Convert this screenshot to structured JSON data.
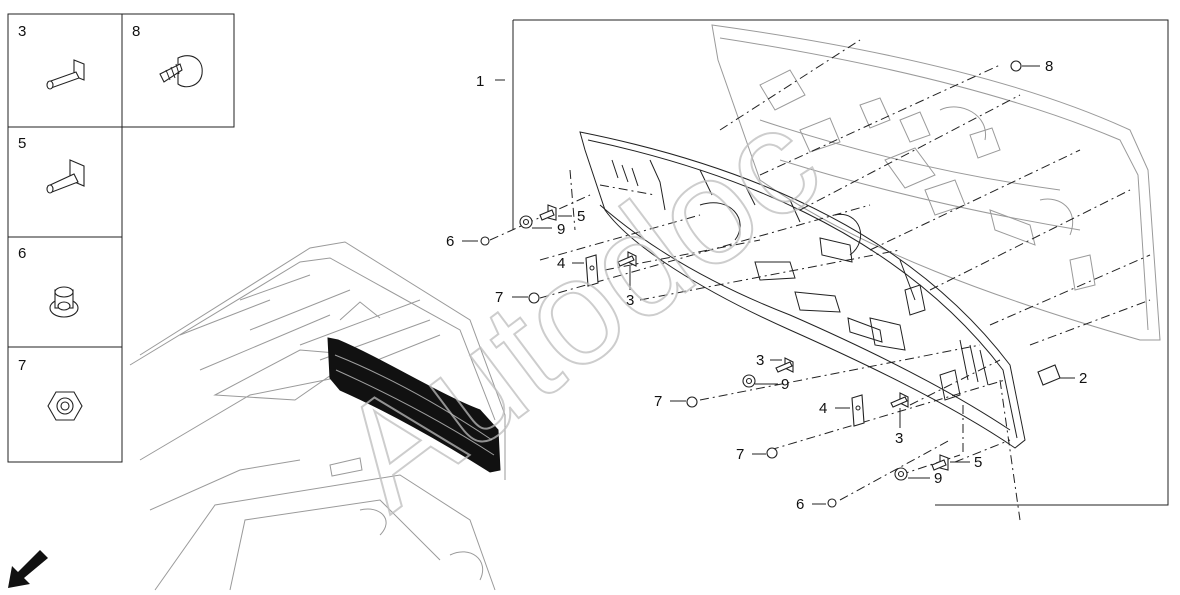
{
  "legend": [
    {
      "num": "3",
      "icon": "t-pin-icon"
    },
    {
      "num": "8",
      "icon": "push-clip-icon"
    },
    {
      "num": "5",
      "icon": "t-pin-large-icon"
    },
    {
      "num": "6",
      "icon": "flange-nut-icon"
    },
    {
      "num": "7",
      "icon": "hex-nut-icon"
    }
  ],
  "callouts": {
    "c1": "1",
    "c2": "2",
    "c8": "8",
    "c6a": "6",
    "c9a": "9",
    "c5a": "5",
    "c4a": "4",
    "c3a": "3",
    "c7a": "7",
    "c3b": "3",
    "c9b": "9",
    "c7b": "7",
    "c4b": "4",
    "c3c": "3",
    "c7c": "7",
    "c5b": "5",
    "c9c": "9",
    "c6b": "6"
  },
  "watermark": {
    "text": "Autodoc"
  }
}
